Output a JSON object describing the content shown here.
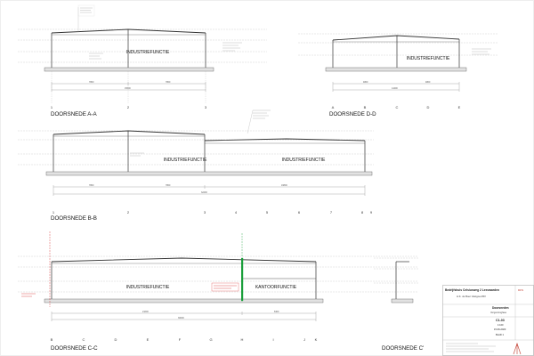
{
  "sections": {
    "aa": {
      "title": "DOORSNEDE A-A",
      "function": "INDUSTRIEFUNCTIE",
      "grid": [
        "1",
        "2",
        "3"
      ]
    },
    "dd": {
      "title": "DOORSNEDE D-D",
      "function": "INDUSTRIEFUNCTIE",
      "grid": [
        "A",
        "B",
        "C",
        "D",
        "E"
      ]
    },
    "bb": {
      "title": "DOORSNEDE B-B",
      "functions": [
        "INDUSTRIEFUNCTIE",
        "INDUSTRIEFUNCTIE"
      ],
      "grid": [
        "1",
        "2",
        "3",
        "4",
        "5",
        "6",
        "7",
        "8",
        "9"
      ]
    },
    "cc": {
      "title": "DOORSNEDE C-C",
      "functions": [
        "INDUSTRIEFUNCTIE",
        "KANTOORFUNCTIE"
      ],
      "grid": [
        "B",
        "C",
        "D",
        "E",
        "F",
        "G",
        "H",
        "I",
        "J",
        "K"
      ]
    },
    "cprime": {
      "title": "DOORSNEDE C'"
    }
  },
  "title_block": {
    "project": "Bedrijfshuis Celsiusweg 2 Leeuwarden",
    "client": "H.K. de Boer Vastgoed BV",
    "drawing_title": "Doorsneden",
    "drawing_sub": "Vergunningfase",
    "drawing_no": "C1-03",
    "scale": "1:100",
    "date": "15-06-2023",
    "sheet": "BLAD 1",
    "office_abbr": "DFS"
  },
  "colors": {
    "line": "#444444",
    "green": "#1a9e3a",
    "red": "#d62828"
  }
}
